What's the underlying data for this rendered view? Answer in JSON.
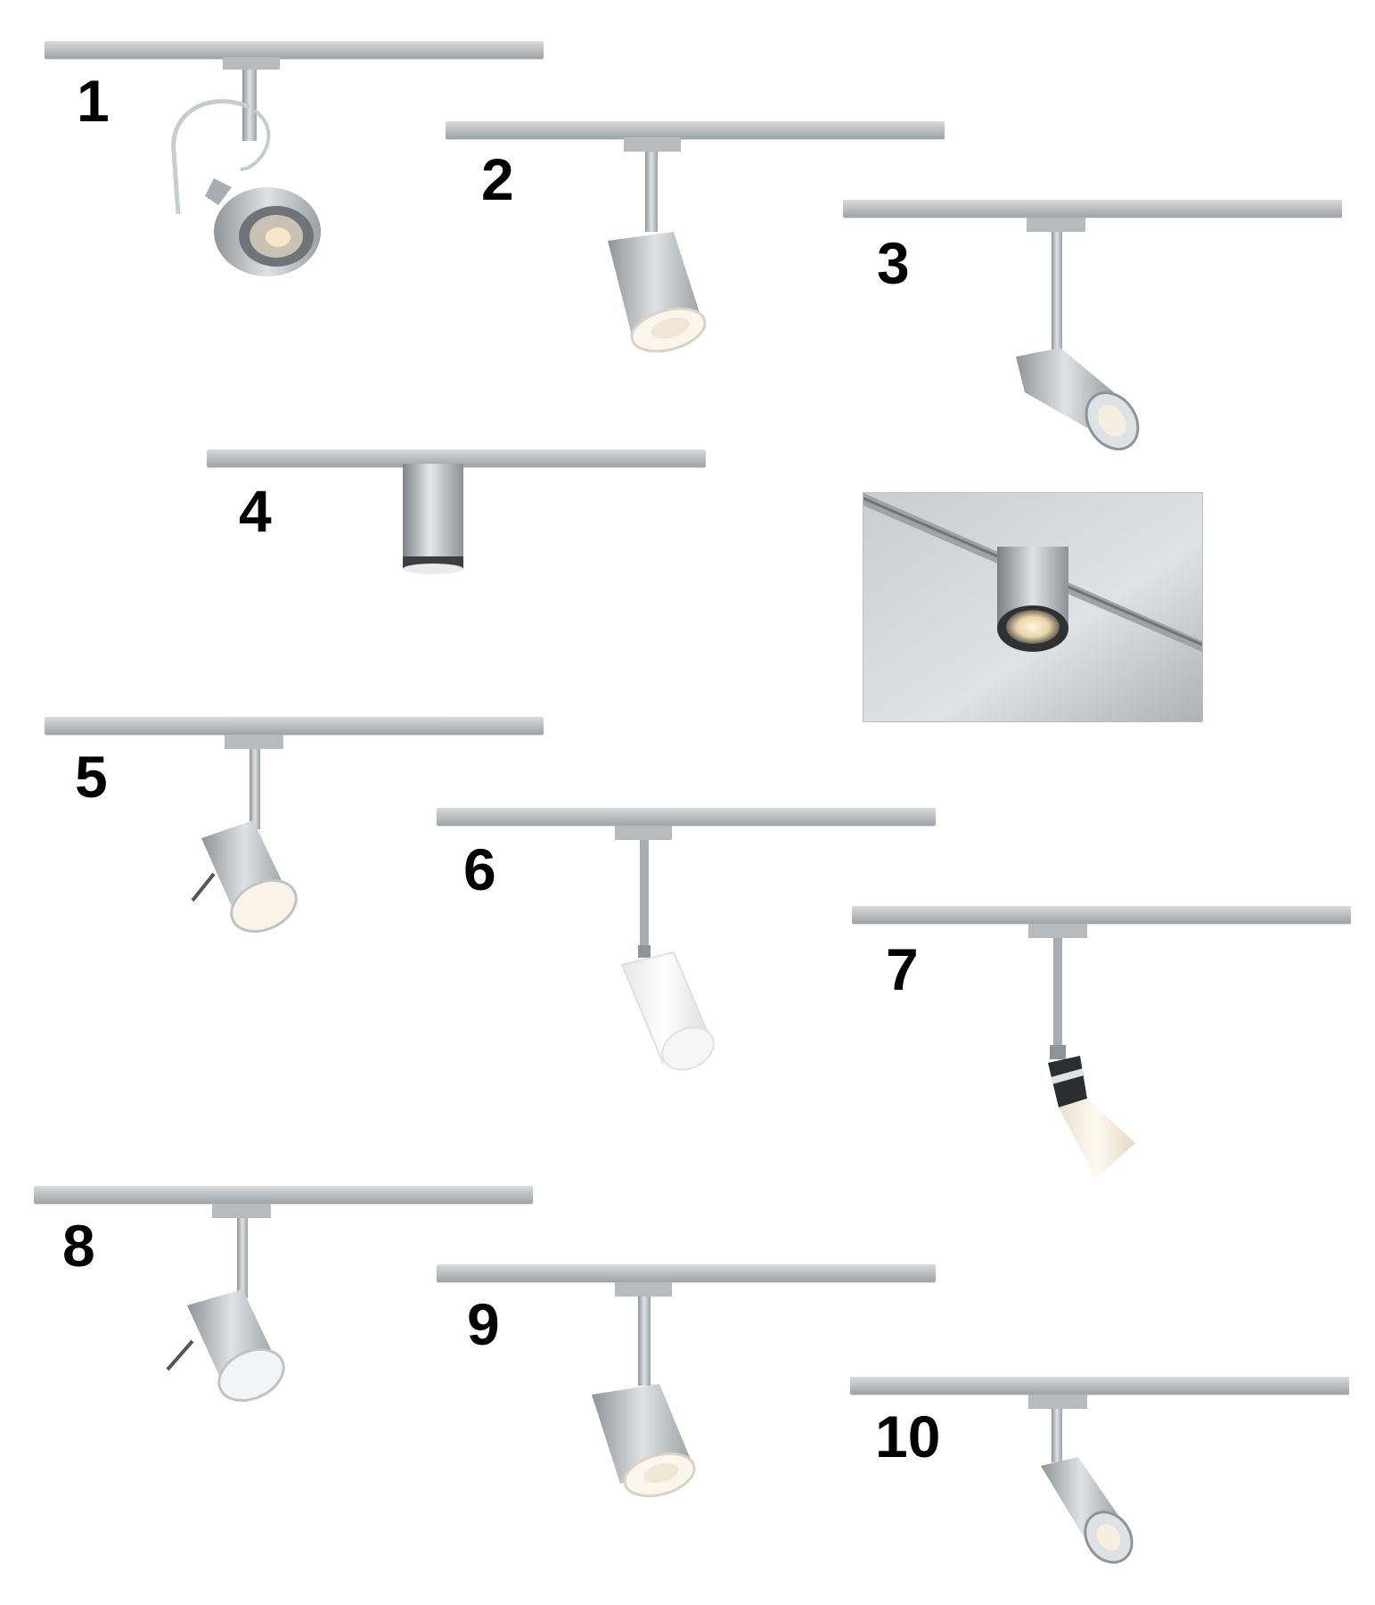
{
  "catalog": {
    "items": [
      {
        "label": "1",
        "style": "ar111-gimbal"
      },
      {
        "label": "2",
        "style": "cone-spot"
      },
      {
        "label": "3",
        "style": "tilt-spot"
      },
      {
        "label": "4",
        "style": "pendant-cylinder"
      },
      {
        "label": "5",
        "style": "cylinder-spot-lever"
      },
      {
        "label": "6",
        "style": "glass-pendant"
      },
      {
        "label": "7",
        "style": "ringed-glass-spot"
      },
      {
        "label": "8",
        "style": "cylinder-spot-lever"
      },
      {
        "label": "9",
        "style": "cone-spot"
      },
      {
        "label": "10",
        "style": "tilt-spot"
      }
    ],
    "installed_view": {
      "subject": "cylinder downlight on ceiling track"
    }
  },
  "colors": {
    "rail": "#b8bcbf",
    "metal": "#a9adb1",
    "chrome": "#e6e8ea",
    "diffuser": "#fbf5ec",
    "label": "#000000"
  }
}
